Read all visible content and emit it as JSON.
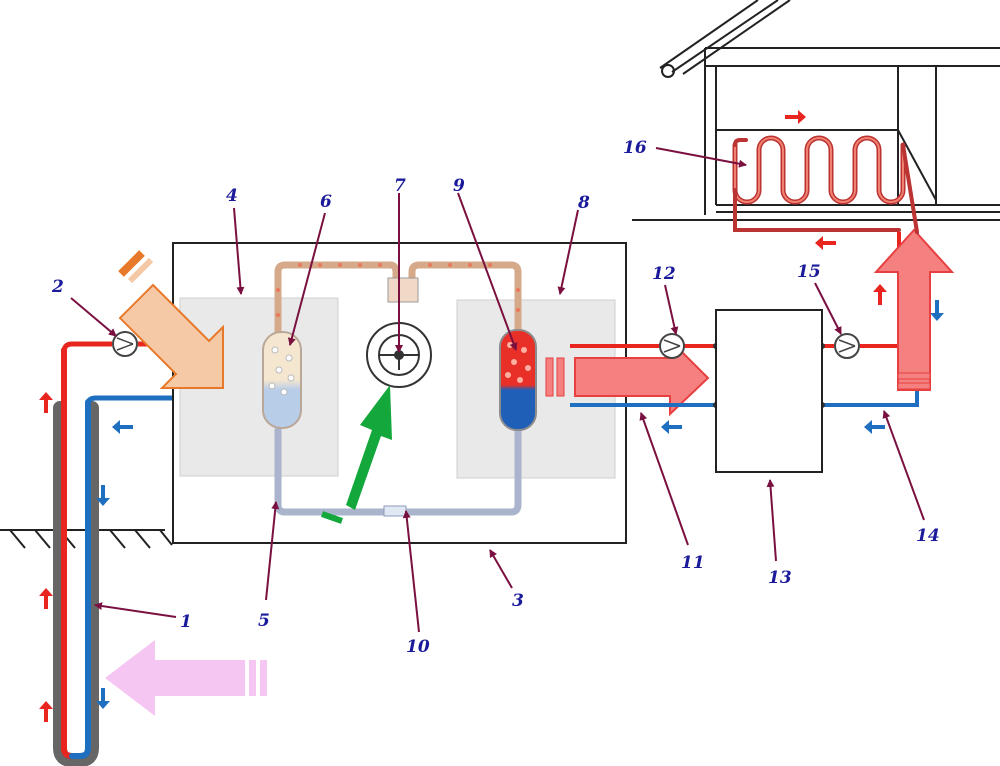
{
  "labels": {
    "l1": "1",
    "l2": "2",
    "l3": "3",
    "l4": "4",
    "l5": "5",
    "l6": "6",
    "l7": "7",
    "l8": "8",
    "l9": "9",
    "l10": "10",
    "l11": "11",
    "l12": "12",
    "l13": "13",
    "l14": "14",
    "l15": "15",
    "l16": "16"
  },
  "colors": {
    "hot": "#e8251f",
    "cold": "#1f6fc0",
    "leader": "#7a1040",
    "label": "#1a1a9a",
    "ambient_arrow": "#f5a560",
    "compressor_arrow": "#14a83c",
    "ground_arrow": "#f6c6f2",
    "heat_arrow": "#f58080"
  }
}
